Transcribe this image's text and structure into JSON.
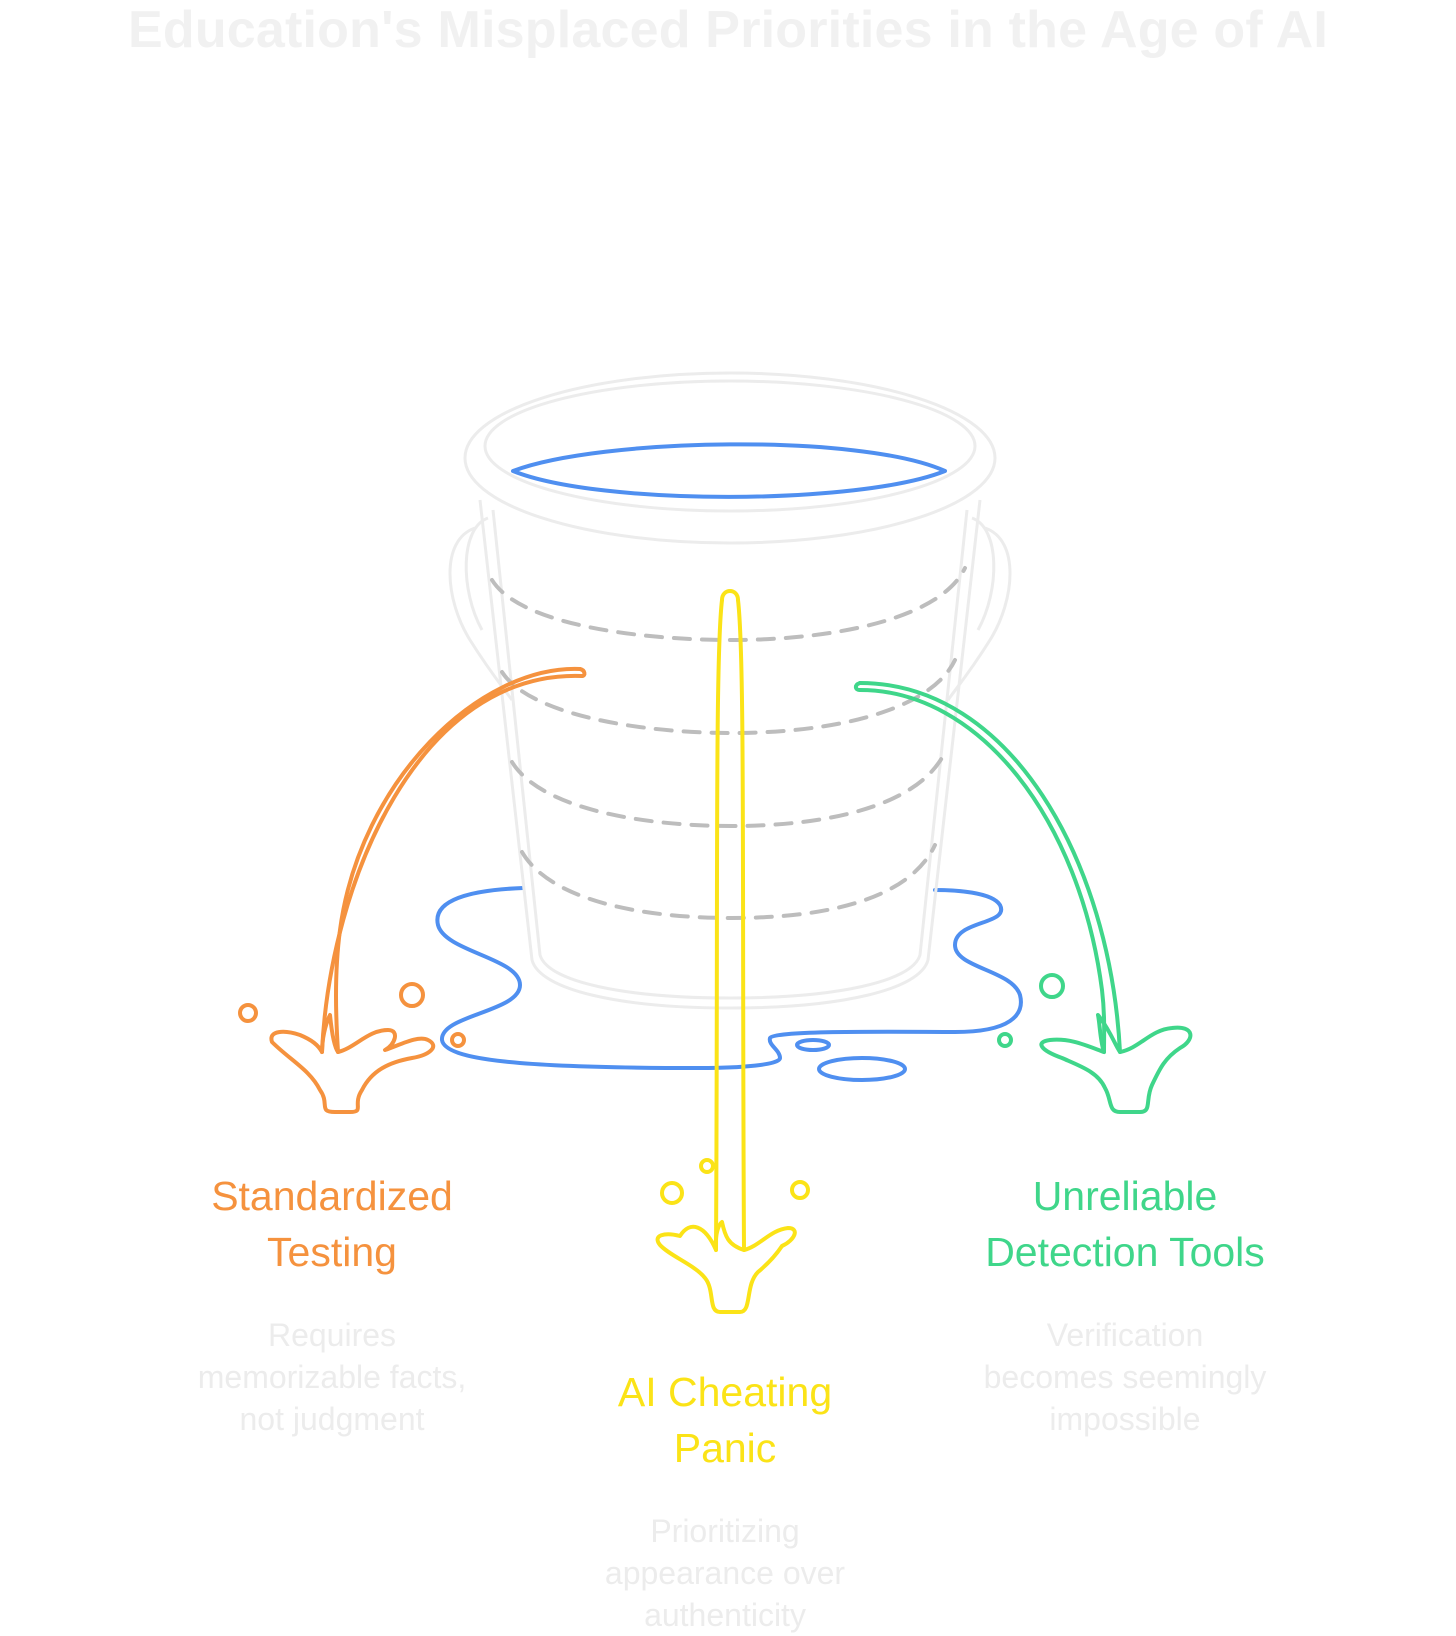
{
  "title": "Education's Misplaced Priorities in the Age of AI",
  "colors": {
    "water": "#4f8ff0",
    "bucket_outline": "#ececec",
    "dashed_lines": "#bdbdbd",
    "orange": "#f5923e",
    "yellow": "#fbe317",
    "green": "#3fd68a",
    "description_text": "#ececec"
  },
  "leaks": [
    {
      "label_line1": "Standardized",
      "label_line2": "Testing",
      "description_line1": "Requires",
      "description_line2": "memorizable facts,",
      "description_line3": "not judgment",
      "color": "#f5923e"
    },
    {
      "label_line1": "AI Cheating",
      "label_line2": "Panic",
      "description_line1": "Prioritizing",
      "description_line2": "appearance over",
      "description_line3": "authenticity",
      "color": "#fbe317"
    },
    {
      "label_line1": "Unreliable",
      "label_line2": "Detection Tools",
      "description_line1": "Verification",
      "description_line2": "becomes seemingly",
      "description_line3": "impossible",
      "color": "#3fd68a"
    }
  ]
}
